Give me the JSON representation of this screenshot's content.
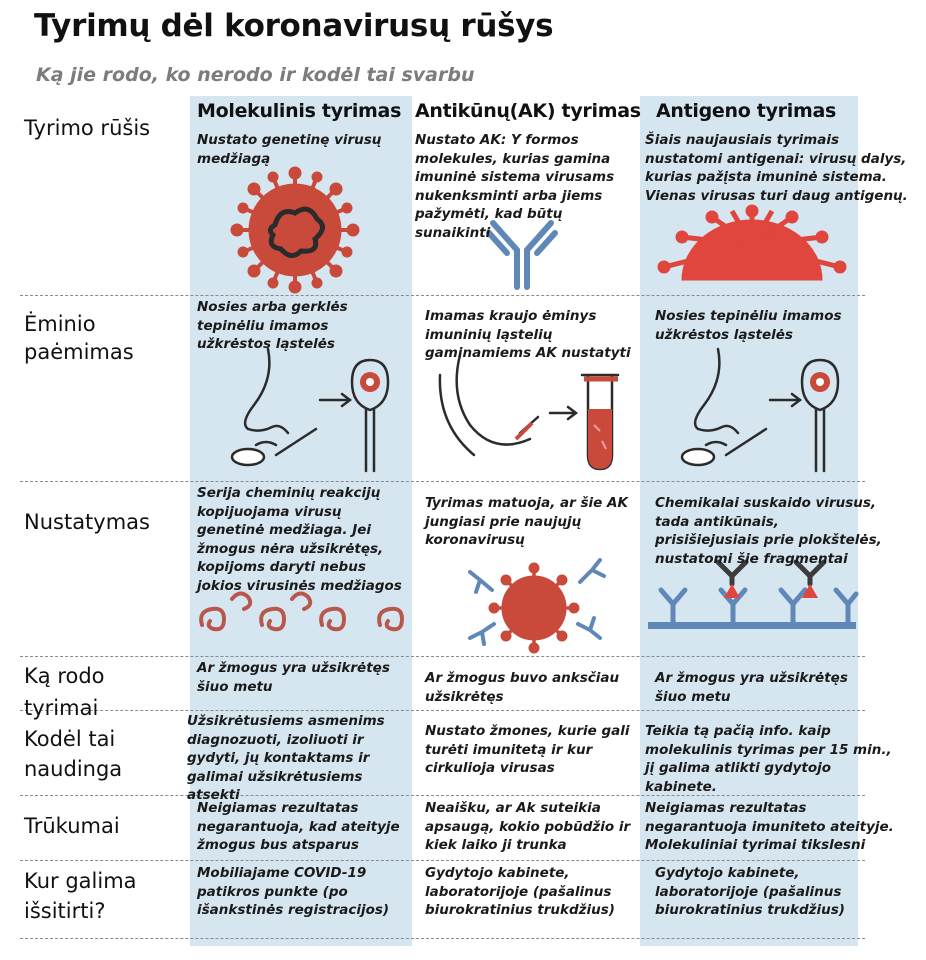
{
  "title": "Tyrimų dėl koronavirusų rūšys",
  "subtitle": "Ką jie rodo, ko nerodo ir kodėl tai svarbu",
  "columns": [
    {
      "header": "Molekulinis tyrimas"
    },
    {
      "header": "Antikūnų(AK) tyrimas"
    },
    {
      "header": "Antigeno tyrimas"
    }
  ],
  "rows": [
    {
      "label": "Tyrimo rūšis",
      "cells": [
        "Nustato genetinę virusų medžiagą",
        "Nustato AK: Y formos molekules, kurias gamina imuninė sistema virusams nukenksminti arba jiems pažymėti, kad būtų sunaikinti",
        "Šiais naujausiais tyrimais nustatomi antigenai: virusų dalys, kurias pažįsta imuninė sistema. Vienas virusas turi daug antigenų."
      ]
    },
    {
      "label": "Ėminio paėmimas",
      "cells": [
        "Nosies arba gerklės tepinėliu imamos užkrėstos ląstelės",
        "Imamas kraujo ėminys imuninių ląstelių gaminamiems AK nustatyti",
        "Nosies tepinėliu imamos užkrėstos ląstelės"
      ]
    },
    {
      "label": "Nustatymas",
      "cells": [
        "Serija cheminių reakcijų kopijuojama virusų genetinė medžiaga. Jei žmogus nėra užsikrėtęs, kopijoms daryti nebus jokios virusinės medžiagos",
        "Tyrimas matuoja, ar šie AK jungiasi prie naujųjų koronavirusų",
        "Chemikalai suskaido virusus, tada antikūnais, prisišiejusiais prie plokštelės, nustatomi šie fragmentai"
      ]
    },
    {
      "label": "Ką rodo tyrimai",
      "cells": [
        "Ar žmogus yra užsikrėtęs šiuo metu",
        "Ar žmogus buvo anksčiau užsikrėtęs",
        "Ar žmogus yra užsikrėtęs šiuo metu"
      ]
    },
    {
      "label": "Kodėl tai naudinga",
      "cells": [
        "Užsikrėtusiems asmenims diagnozuoti, izoliuoti ir gydyti, jų kontaktams ir galimai užsikrėtusiems atsekti",
        "Nustato žmones, kurie gali turėti imunitetą ir kur cirkulioja virusas",
        "Teikia tą pačią  info. kaip molekulinis tyrimas per 15 min., jį galima atlikti gydytojo kabinete."
      ]
    },
    {
      "label": "Trūkumai",
      "cells": [
        "Neigiamas rezultatas negarantuoja, kad ateityje žmogus bus atsparus",
        "Neaišku, ar Ak suteikia apsaugą, kokio pobūdžio ir kiek laiko ji trunka",
        "Neigiamas rezultatas negarantuoja imuniteto ateityje. Molekuliniai tyrimai tikslesni"
      ]
    },
    {
      "label": "Kur galima išsitirti?",
      "cells": [
        "Mobiliajame COVID-19 patikros punkte (po išankstinės registracijos)",
        "Gydytojo kabinete, laboratorijoje (pašalinus biurokratinius trukdžius)",
        "Gydytojo kabinete, laboratorijoje (pašalinus biurokratinius trukdžius)"
      ]
    }
  ],
  "colors": {
    "column_bg": "#d6e6f1",
    "virus_red": "#c94a3b",
    "antibody_blue": "#5f88b8",
    "dark_gray": "#3c3c3c"
  }
}
